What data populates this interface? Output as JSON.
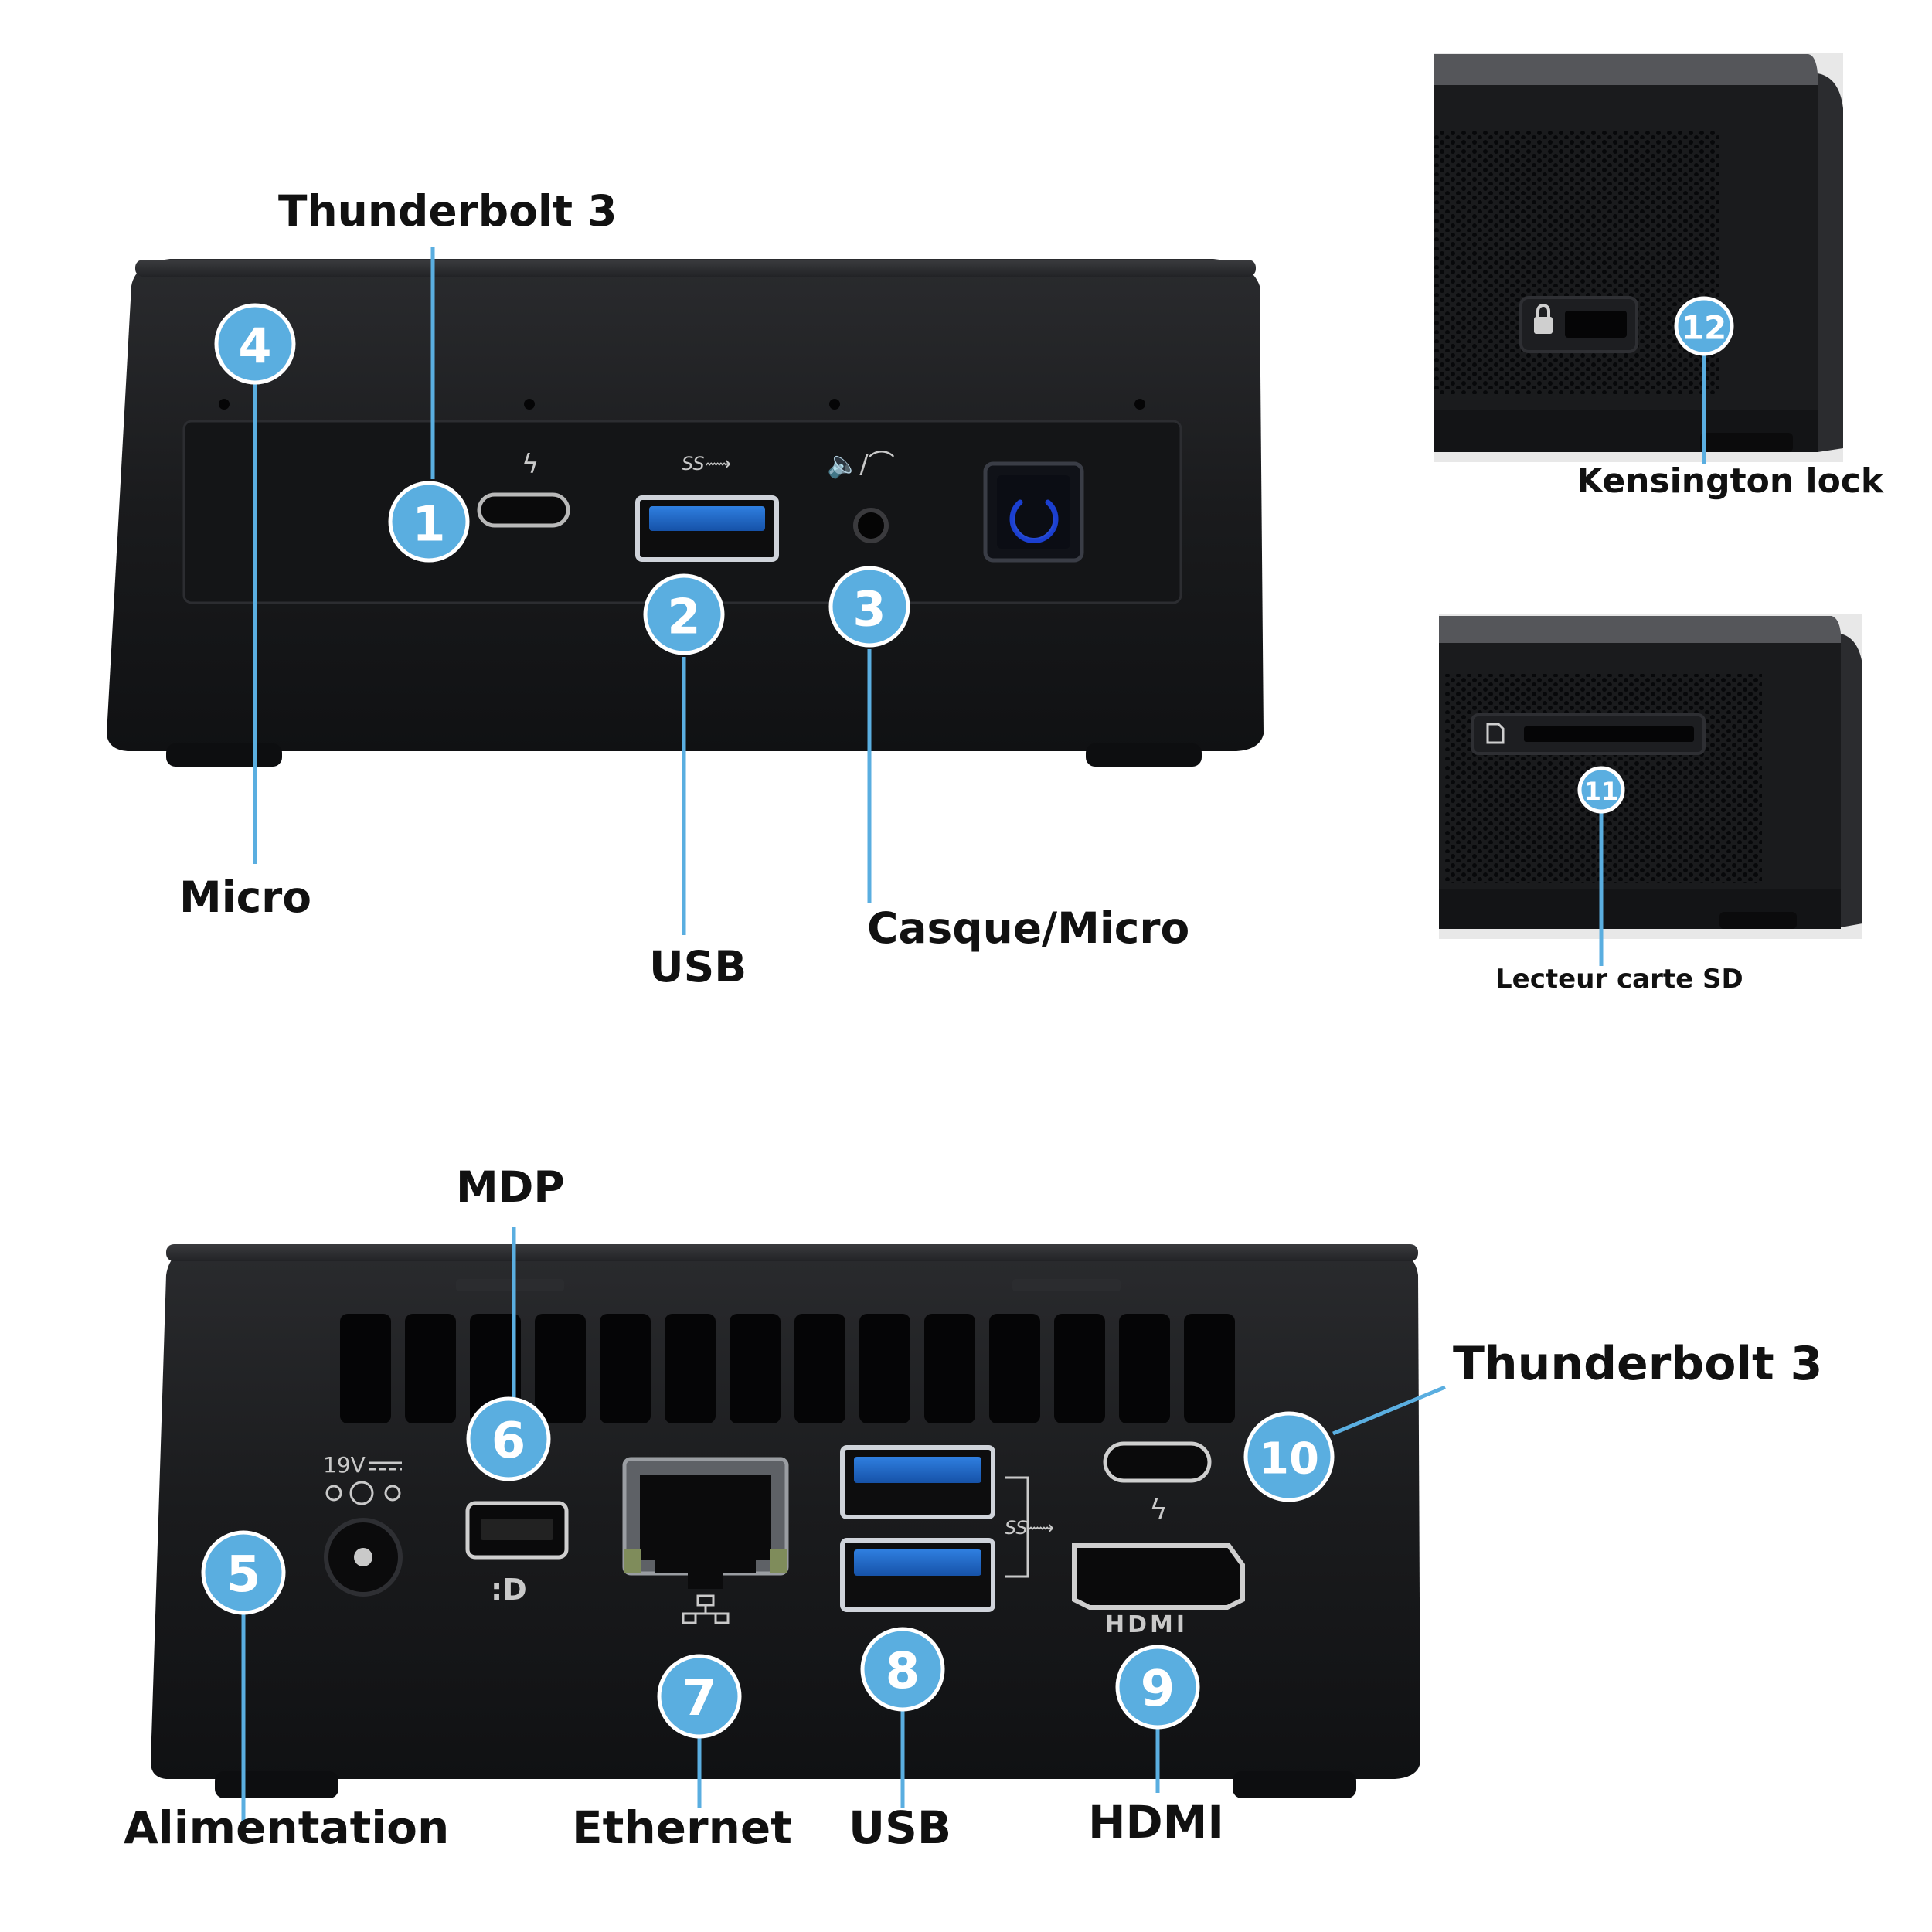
{
  "front_view": {
    "labels": {
      "thunderbolt": "Thunderbolt 3",
      "micro": "Micro",
      "usb": "USB",
      "casque_micro": "Casque/Micro"
    },
    "badges": [
      "1",
      "2",
      "3",
      "4"
    ]
  },
  "rear_view": {
    "labels": {
      "mdp": "MDP",
      "thunderbolt": "Thunderbolt 3",
      "alimentation": "Alimentation",
      "ethernet": "Ethernet",
      "usb": "USB",
      "hdmi": "HDMI"
    },
    "badges": [
      "5",
      "6",
      "7",
      "8",
      "9",
      "10"
    ],
    "port_markings": {
      "power_rating": "19V",
      "hdmi_logo": "HDMI"
    }
  },
  "side_lock_view": {
    "label": "Kensington lock",
    "badge": "12"
  },
  "side_sd_view": {
    "label": "Lecteur carte SD",
    "badge": "11"
  },
  "colors": {
    "callout": "#5aaee0",
    "chassis": "#1b1c1e",
    "panel": "#141517",
    "power_led": "#3a6cff"
  }
}
